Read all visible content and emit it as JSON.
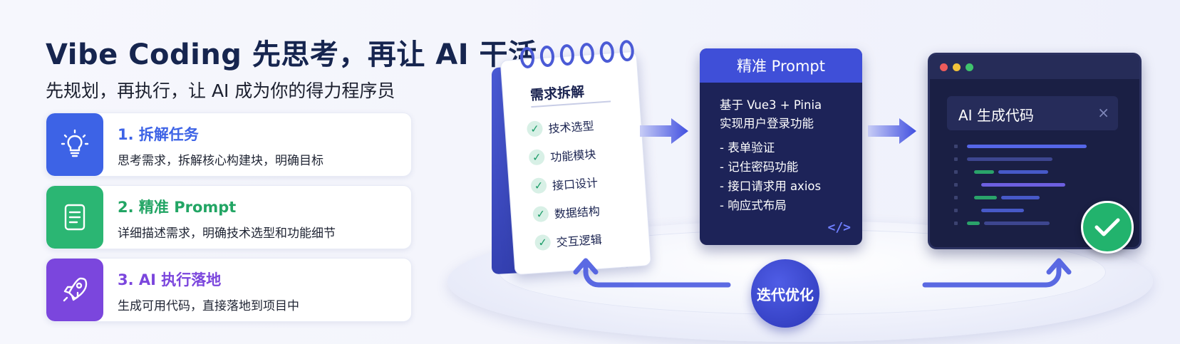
{
  "header": {
    "title": "Vibe Coding 先思考，再让 AI 干活",
    "subtitle": "先规划，再执行，让 AI 成为你的得力程序员"
  },
  "steps": [
    {
      "title": "1. 拆解任务",
      "desc": "思考需求，拆解核心构建块，明确目标",
      "icon": "lightbulb-icon",
      "color": "#3d63e6"
    },
    {
      "title": "2. 精准 Prompt",
      "desc": "详细描述需求，明确技术选型和功能细节",
      "icon": "document-icon",
      "color": "#2bb673"
    },
    {
      "title": "3. AI 执行落地",
      "desc": "生成可用代码，直接落地到项目中",
      "icon": "rocket-icon",
      "color": "#7b46dd"
    }
  ],
  "notebook": {
    "title": "需求拆解",
    "items": [
      "技术选型",
      "功能模块",
      "接口设计",
      "数据结构",
      "交互逻辑"
    ]
  },
  "prompt_card": {
    "title": "精准 Prompt",
    "lines": [
      "基于 Vue3 + Pinia",
      "实现用户登录功能",
      "- 表单验证",
      "- 记住密码功能",
      "- 接口请求用 axios",
      "- 响应式布局"
    ],
    "code_symbol": "</>"
  },
  "code_window": {
    "tab_label": "AI 生成代码",
    "close_symbol": "×"
  },
  "loop": {
    "label": "迭代优化"
  },
  "colors": {
    "primary": "#3f4fd8",
    "dark_navy": "#1d2358",
    "success": "#22b36d"
  }
}
